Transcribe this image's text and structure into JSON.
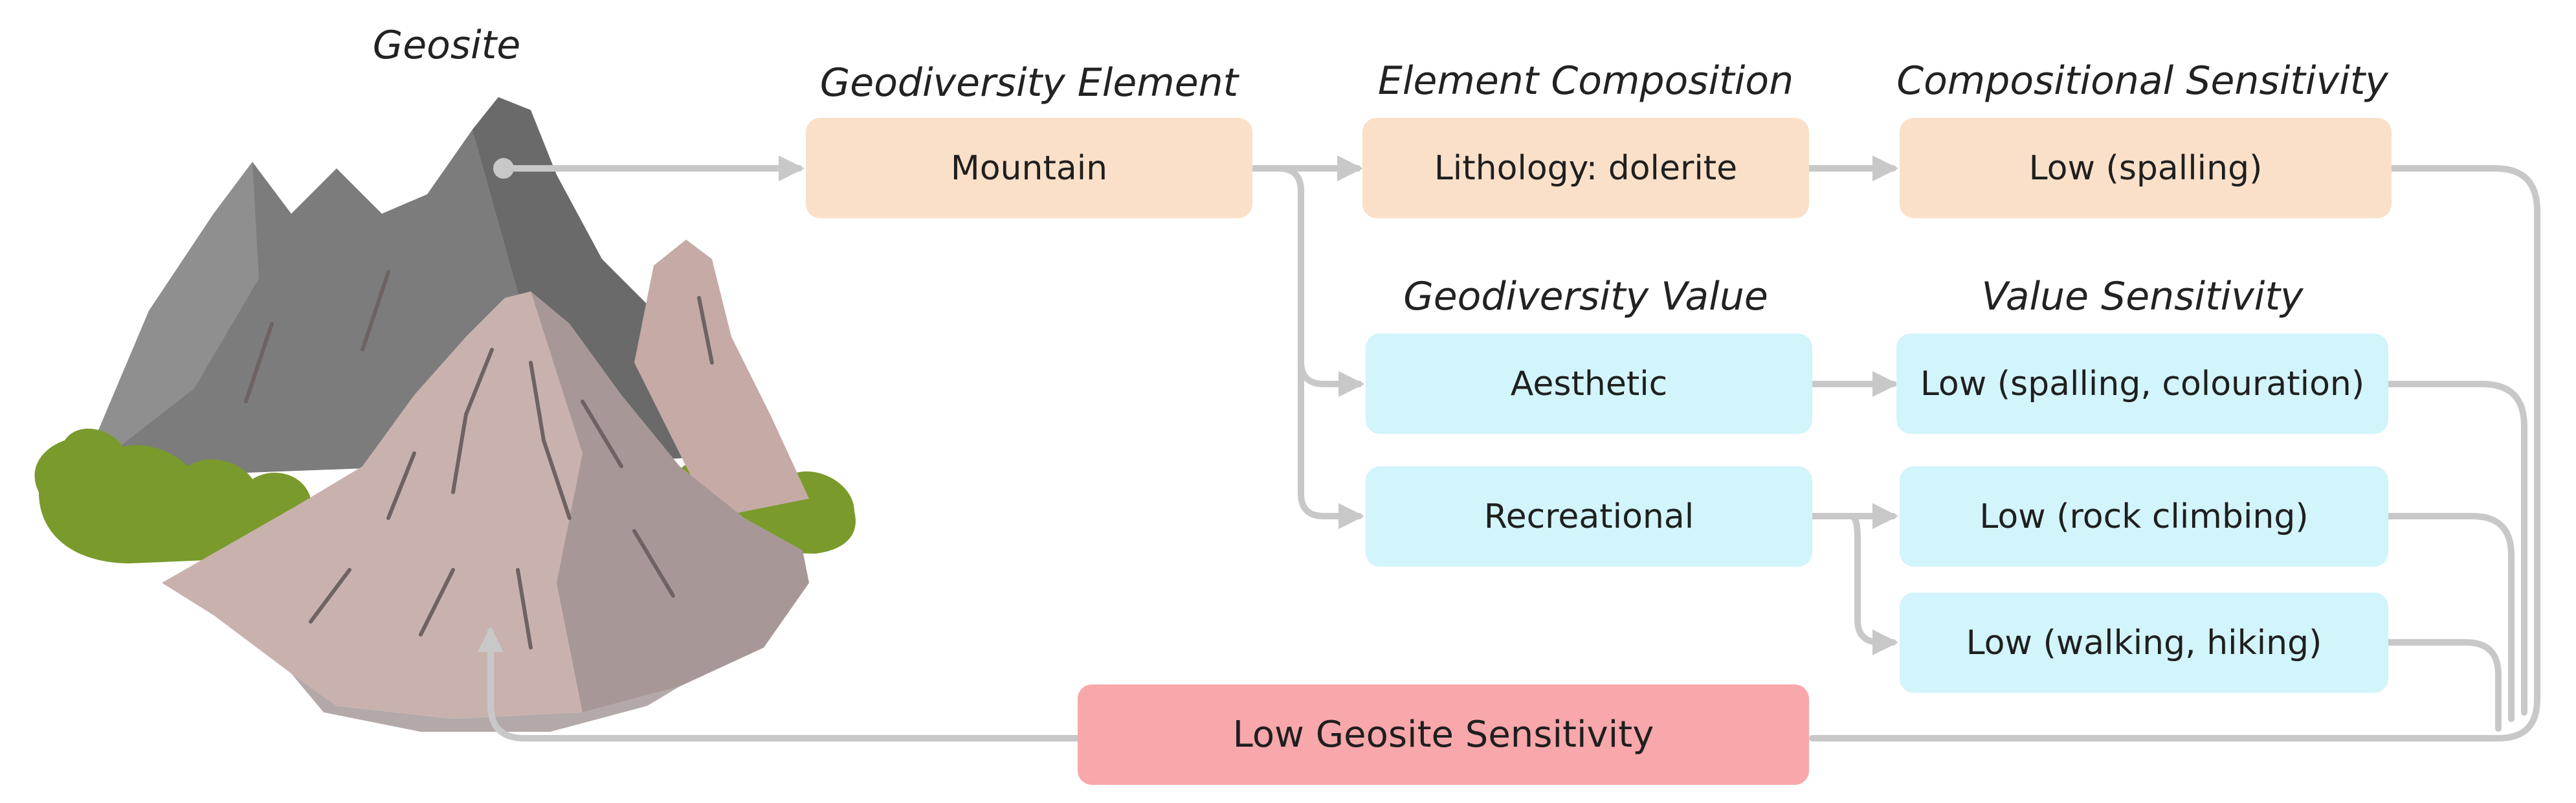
{
  "colors": {
    "composition_box": "#fbe0c9",
    "value_box": "#d2f4fb",
    "result_box": "#f8a7aa",
    "connector": "#c8c8c8"
  },
  "headers": {
    "geosite": "Geosite",
    "element": "Geodiversity Element",
    "composition": "Element Composition",
    "comp_sensitivity": "Compositional Sensitivity",
    "value": "Geodiversity Value",
    "value_sensitivity": "Value Sensitivity"
  },
  "boxes": {
    "mountain": "Mountain",
    "lithology": "Lithology: dolerite",
    "low_spalling": "Low (spalling)",
    "aesthetic": "Aesthetic",
    "low_spalling_colouration": "Low (spalling, colouration)",
    "recreational": "Recreational",
    "low_rock_climbing": "Low (rock climbing)",
    "low_walking_hiking": "Low (walking, hiking)",
    "result": "Low Geosite Sensitivity"
  }
}
